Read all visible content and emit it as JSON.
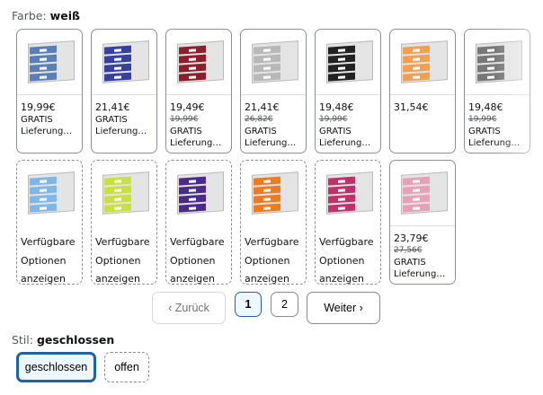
{
  "color_label": "Farbe:",
  "color_value": "weiß",
  "row1": [
    {
      "price": "19,99€",
      "old": "",
      "ship1": "GRATIS",
      "ship2": "Lieferung…",
      "drawers": "#5a7fb8"
    },
    {
      "price": "21,41€",
      "old": "",
      "ship1": "GRATIS",
      "ship2": "Lieferung…",
      "drawers": "#3540a0"
    },
    {
      "price": "19,49€",
      "old": "19,99€",
      "ship1": "GRATIS",
      "ship2": "Lieferung…",
      "drawers": "#8e1f2a"
    },
    {
      "price": "21,41€",
      "old": "26,82€",
      "ship1": "GRATIS",
      "ship2": "Lieferung…",
      "drawers": "#b8b8b8"
    },
    {
      "price": "19,48€",
      "old": "19,99€",
      "ship1": "GRATIS",
      "ship2": "Lieferung…",
      "drawers": "#222222"
    },
    {
      "price": "31,54€",
      "old": "",
      "ship1": "",
      "ship2": "",
      "drawers": "#f0a050"
    },
    {
      "price": "19,48€",
      "old": "19,99€",
      "ship1": "GRATIS",
      "ship2": "Lieferung…",
      "drawers": "#777777"
    }
  ],
  "row2": [
    {
      "l1": "Verfügbare",
      "l2": "Optionen",
      "l3": "anzeigen",
      "drawers": "#7fb8e8"
    },
    {
      "l1": "Verfügbare",
      "l2": "Optionen",
      "l3": "anzeigen",
      "drawers": "#c8e040"
    },
    {
      "l1": "Verfügbare",
      "l2": "Optionen",
      "l3": "anzeigen",
      "drawers": "#4a2a8a"
    },
    {
      "l1": "Verfügbare",
      "l2": "Optionen",
      "l3": "anzeigen",
      "drawers": "#f07a20"
    },
    {
      "l1": "Verfügbare",
      "l2": "Optionen",
      "l3": "anzeigen",
      "drawers": "#c0306a"
    }
  ],
  "row2_last": {
    "price": "23,79€",
    "old": "27,56€",
    "ship1": "GRATIS",
    "ship2": "Lieferung…",
    "drawers": "#e8a0b8"
  },
  "pagination": {
    "prev": "‹ Zurück",
    "pages": [
      "1",
      "2"
    ],
    "current": "1",
    "next": "Weiter ›"
  },
  "style_label": "Stil:",
  "style_value": "geschlossen",
  "styles": [
    "geschlossen",
    "offen"
  ]
}
